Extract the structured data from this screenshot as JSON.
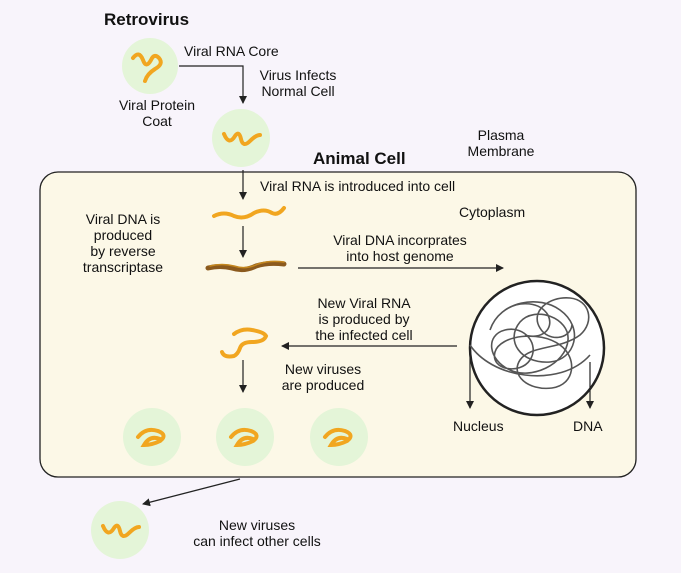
{
  "title": "Retrovirus",
  "cell_title": "Animal Cell",
  "colors": {
    "background": "#f8f4fb",
    "cell_fill": "#fcf8e7",
    "virus_coat": "#e4f5d8",
    "viral_rna": "#f1a620",
    "viral_dna_host": "#8b5a1e",
    "nucleus_fill": "#ffffff",
    "outline": "#222222"
  },
  "labels": {
    "viral_rna_core": "Viral RNA Core",
    "viral_protein_coat_1": "Viral Protein",
    "viral_protein_coat_2": "Coat",
    "virus_infects_1": "Virus Infects",
    "virus_infects_2": "Normal Cell",
    "plasma_membrane_1": "Plasma",
    "plasma_membrane_2": "Membrane",
    "rna_introduced": "Viral RNA is introduced into cell",
    "cytoplasm": "Cytoplasm",
    "viral_dna_produced_1": "Viral DNA is",
    "viral_dna_produced_2": "produced",
    "viral_dna_produced_3": "by reverse",
    "viral_dna_produced_4": "transcriptase",
    "dna_incorporates_1": "Viral DNA incorprates",
    "dna_incorporates_2": "into host genome",
    "new_rna_1": "New Viral RNA",
    "new_rna_2": "is produced by",
    "new_rna_3": "the infected cell",
    "new_viruses_1": "New viruses",
    "new_viruses_2": "are produced",
    "nucleus": "Nucleus",
    "dna": "DNA",
    "infect_others_1": "New viruses",
    "infect_others_2": "can infect other cells"
  }
}
